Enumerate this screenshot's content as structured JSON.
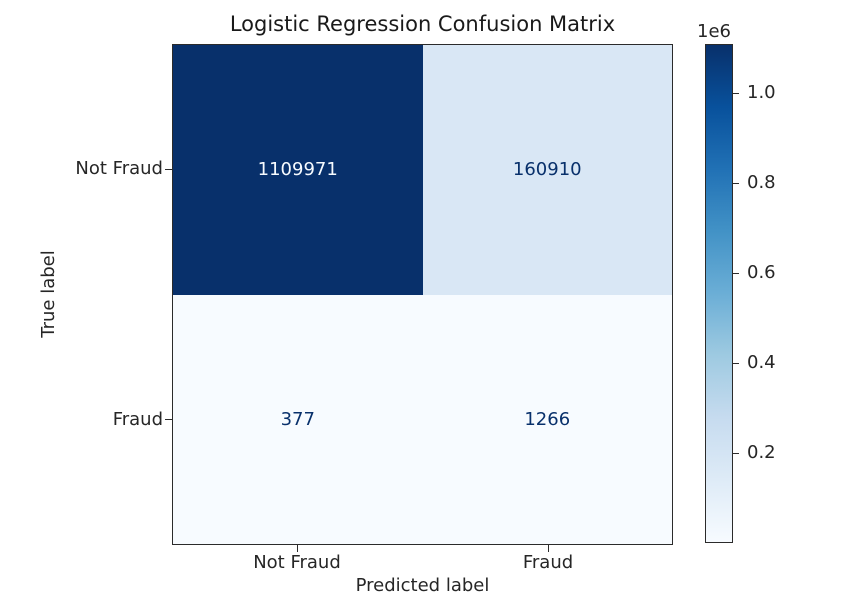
{
  "title": "Logistic Regression Confusion Matrix",
  "chart_data": {
    "type": "heatmap",
    "title": "Logistic Regression Confusion Matrix",
    "xlabel": "Predicted label",
    "ylabel": "True label",
    "x_categories": [
      "Not Fraud",
      "Fraud"
    ],
    "y_categories": [
      "Not Fraud",
      "Fraud"
    ],
    "matrix": [
      [
        1109971,
        160910
      ],
      [
        377,
        1266
      ]
    ],
    "colormap": "Blues",
    "colormap_stops_bottom_to_top": [
      "#f7fbff",
      "#deebf7",
      "#c6dbef",
      "#9ecae1",
      "#6baed6",
      "#4292c6",
      "#2171b5",
      "#08519c",
      "#08306b"
    ],
    "cells": [
      {
        "row": "Not Fraud",
        "col": "Not Fraud",
        "value": "1109971",
        "bg": "#08306b",
        "fg": "#f7fbff"
      },
      {
        "row": "Not Fraud",
        "col": "Fraud",
        "value": "160910",
        "bg": "#d9e7f5",
        "fg": "#08306b"
      },
      {
        "row": "Fraud",
        "col": "Not Fraud",
        "value": "377",
        "bg": "#f7fbff",
        "fg": "#08306b"
      },
      {
        "row": "Fraud",
        "col": "Fraud",
        "value": "1266",
        "bg": "#f7fbff",
        "fg": "#08306b"
      }
    ],
    "colorbar": {
      "offset_label": "1e6",
      "ticks": [
        "1.0",
        "0.8",
        "0.6",
        "0.4",
        "0.2"
      ],
      "vmin": 377,
      "vmax": 1109971,
      "legend_position": "right"
    },
    "grid": false,
    "background_color": "#ffffff",
    "text_color": "#262626"
  }
}
